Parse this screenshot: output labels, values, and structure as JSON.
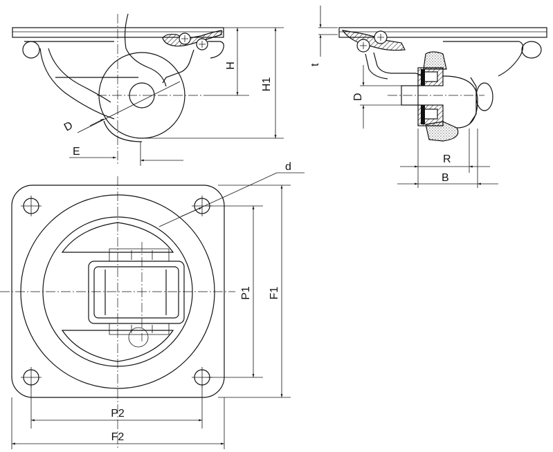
{
  "labels": {
    "h": "H",
    "h1": "H1",
    "d_upper": "D",
    "e": "E",
    "t": "t",
    "d_side": "D",
    "r": "R",
    "b": "B",
    "d_small": "d",
    "p1": "P1",
    "f1": "F1",
    "p2": "P2",
    "f2": "F2"
  }
}
